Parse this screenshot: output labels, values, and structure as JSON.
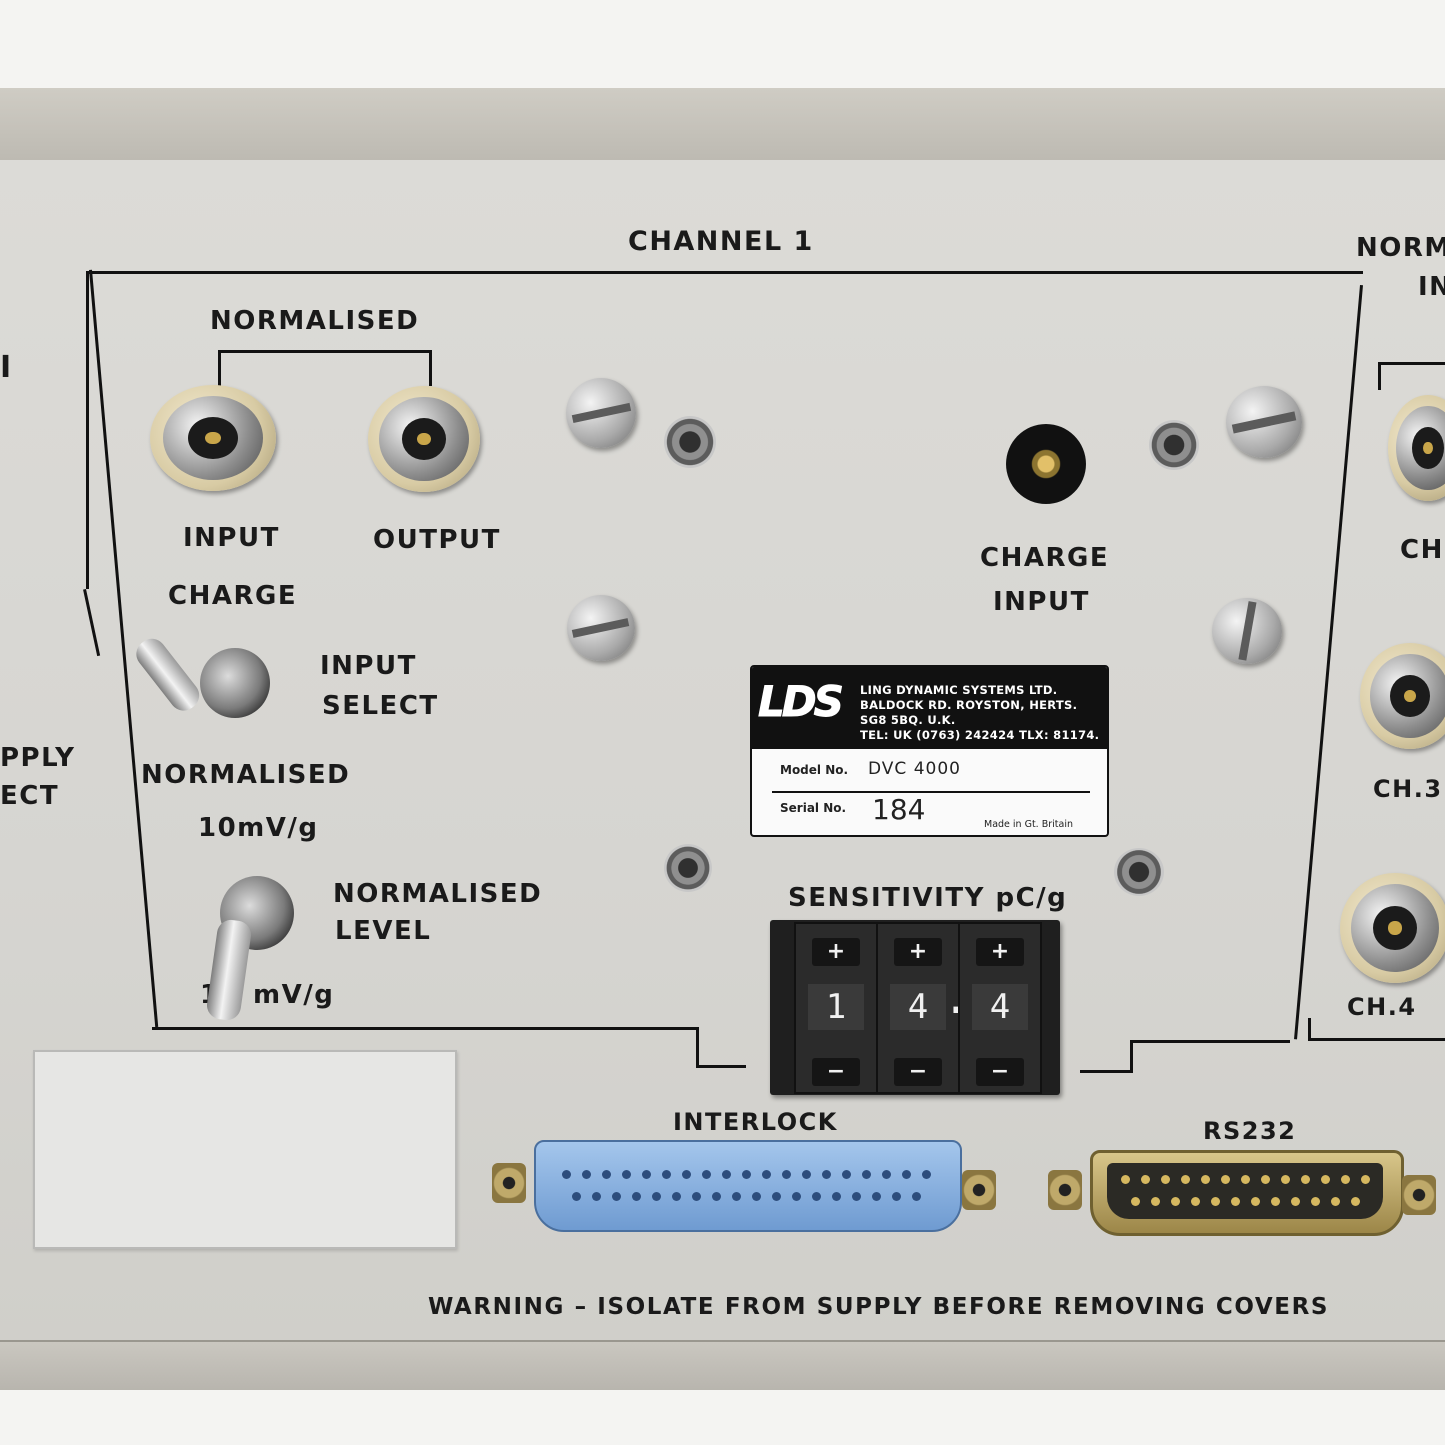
{
  "panel": {
    "channel_title": "CHANNEL 1",
    "normalised_header": "NORMALISED",
    "input_label": "INPUT",
    "output_label": "OUTPUT",
    "charge_label": "CHARGE",
    "input_select_line1": "INPUT",
    "input_select_line2": "SELECT",
    "normalised_toggle_label": "NORMALISED",
    "level_10": "10mV/g",
    "normalised_level_line1": "NORMALISED",
    "normalised_level_line2": "LEVEL",
    "level_partial": "1",
    "level_unit_partial": "mV/g",
    "charge_input_line1": "CHARGE",
    "charge_input_line2": "INPUT",
    "sensitivity_label": "SENSITIVITY pC/g",
    "sensitivity_digits": [
      "1",
      "4",
      "4"
    ],
    "sensitivity_decimal": ".",
    "plus_symbol": "+",
    "minus_symbol": "−",
    "interlock_label": "INTERLOCK",
    "rs232_label": "RS232",
    "warning": "WARNING – ISOLATE FROM SUPPLY BEFORE REMOVING COVERS"
  },
  "left_edge": {
    "fragment_top": "I",
    "supply_fragment": "PPLY",
    "select_fragment": "ECT"
  },
  "right_edge": {
    "norm_fragment": "NORM",
    "in_fragment": "IN",
    "ch_fragment": "CH",
    "ch3_fragment": "CH.3",
    "ch4_label": "CH.4"
  },
  "nameplate": {
    "logo": "LDS",
    "company": "LING DYNAMIC SYSTEMS LTD.",
    "address1": "BALDOCK RD. ROYSTON, HERTS.",
    "address2": "SG8 5BQ. U.K.",
    "contact": "TEL: UK (0763) 242424  TLX: 81174.",
    "model_label": "Model No.",
    "model_value": "DVC 4000",
    "serial_label": "Serial No.",
    "serial_value": "184",
    "made_in": "Made in Gt. Britain"
  },
  "colors": {
    "panel": "#d8d7d3",
    "text": "#1a1a1a",
    "interlock_connector": "#7fa9d8",
    "rs232_connector": "#b9a25d"
  }
}
